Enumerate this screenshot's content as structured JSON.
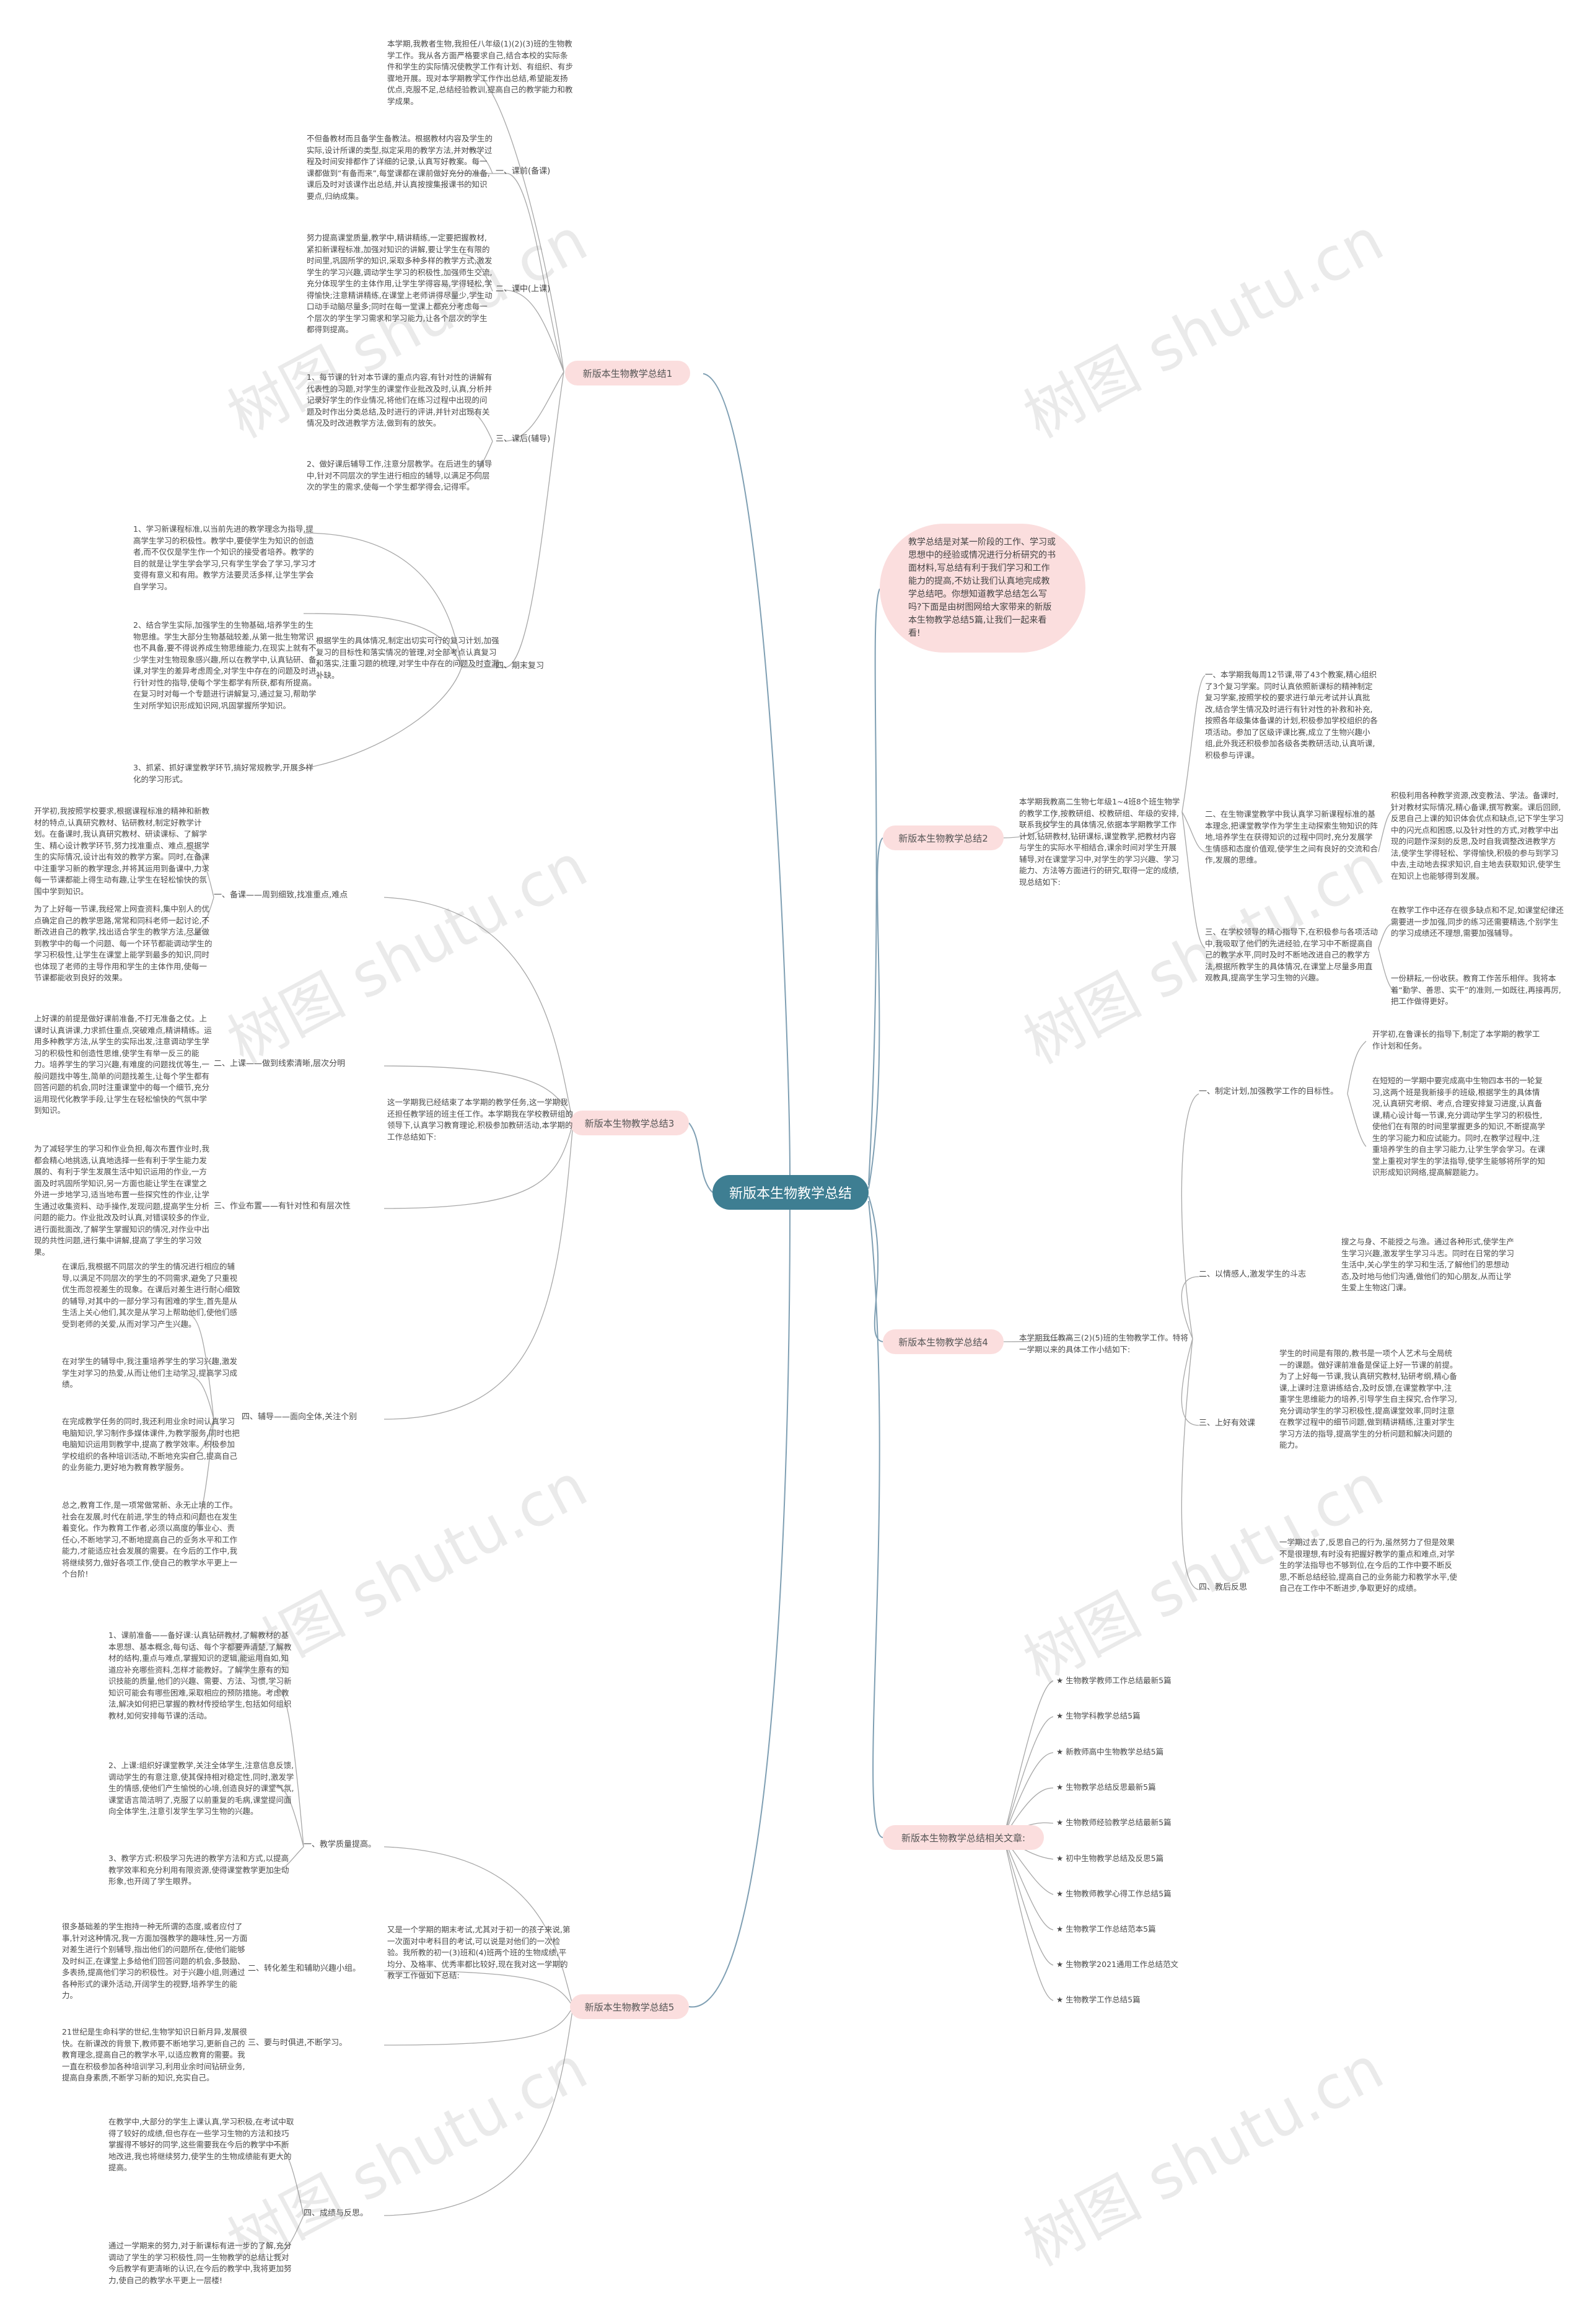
{
  "root": "新版本生物教学总结",
  "summary": "教学总结是对某一阶段的工作、学习或思想中的经验或情况进行分析研究的书面材料,写总结有利于我们学习和工作能力的提高,不妨让我们认真地完成教学总结吧。你想知道教学总结怎么写吗?下面是由树图网给大家带来的新版本生物教学总结5篇,让我们一起来看看!",
  "watermark": "树图 shutu.cn",
  "sections": {
    "s1": {
      "title": "新版本生物教学总结1",
      "intro": "本学期,我教者生物,我担任八年级(1)(2)(3)班的生物教学工作。我从各方面严格要求自己,结合本校的实际条件和学生的实际情况使教学工作有计划、有组织、有步骤地开展。现对本学期教学工作作出总结,希望能发扬优点,克服不足,总结经验教训,提高自己的教学能力和教学成果。",
      "b1": {
        "label": "一、课前(备课)",
        "text": "不但备教材而且备学生备教法。根据教材内容及学生的实际,设计所课的类型,拟定采用的教学方法,并对教学过程及时间安排都作了详细的记录,认真写好教案。每一课都做到“有备而来”,每堂课都在课前做好充分的准备,课后及时对该课作出总结,并认真按搜集报课书的知识要点,归纳成集。"
      },
      "b2": {
        "label": "二、课中(上课)",
        "text": "努力提高课堂质量,教学中,精讲精练,一定要把握教材,紧扣新课程标准,加强对知识的讲解,要让学生在有限的时间里,巩固所学的知识,采取多种多样的教学方式,激发学生的学习兴趣,调动学生学习的积极性,加强师生交流,充分体现学生的主体作用,让学生学得容易,学得轻松,学得愉快;注意精讲精练,在课堂上老师讲得尽量少,学生动口动手动脑尽量多;同时在每一堂课上都充分考虑每一个层次的学生学习需求和学习能力,让各个层次的学生都得到提高。"
      },
      "b3": {
        "label": "三、课后(辅导)",
        "text_a": "1、每节课的针对本节课的重点内容,有针对性的讲解有代表性的习题,对学生的课堂作业批改及时,认真,分析并记录好学生的作业情况,将他们在练习过程中出现的问题及时作出分类总结,及时进行的评讲,并针对出现有关情况及时改进教学方法,做到有的放矢。",
        "text_b": "2、做好课后辅导工作,注意分层教学。在后进生的辅导中,针对不同层次的学生进行相应的辅导,以满足不同层次的学生的需求,使每一个学生都学得会,记得牢。"
      },
      "b4": {
        "label": "四、期末复习",
        "text_a": "1、学习新课程标准,以当前先进的教学理念为指导,提高学生学习的积极性。教学中,要使学生为知识的创造者,而不仅仅是学生作一个知识的接受者培养。教学的目的就是让学生学会学习,只有学生学会了学习,学习才变得有意义和有用。教学方法要灵活多样,让学生学会自学学习。",
        "text_b": "根据学生的具体情况,制定出切实可行的复习计划,加强复习的目标性和落实情况的管理,对全部考点认真复习和落实,注重习题的梳理,对学生中存在的问题及时查漏补缺。",
        "text_c": "2、结合学生实际,加强学生的生物基础,培养学生的生物思维。学生大部分生物基础较差,从第一批生物常识也不具备,要不得说养成生物思维能力,在现实上就有不少学生对生物现象感兴趣,所以在教学中,认真钻研、备课,对学生的差异考虑周全,对学生中存在的问题及时进行针对性的指导,使每个学生都学有所获,都有所提高。在复习时对每一个专题进行讲解复习,通过复习,帮助学生对所学知识形成知识网,巩固掌握所学知识。",
        "text_d": "3、抓紧、抓好课堂教学环节,搞好常规教学,开展多样化的学习形式。"
      }
    },
    "s2": {
      "title": "新版本生物教学总结2",
      "intro": "本学期我教高二生物七年级1~4班8个班生物学的教学工作,按教研组、校教研组、年级的安排,联系我校学生的具体情况,依据本学期教学工作计划,钻研教材,钻研课标,课堂教学,把教材内容与学生的实际水平相结合,课余时间对学生开展辅导,对在课堂学习中,对学生的学习兴趣、学习能力、方法等方面进行的研究,取得一定的成绩,现总结如下:",
      "p1": "一、本学期我每周12节课,带了43个教案,精心组织了3个复习学案。同时认真依照新课标的精神制定复习学案,按照学校的要求进行单元考试并认真批改,结合学生情况及时进行有针对性的补救和补充,按照各年级集体备课的计划,积极参加学校组织的各项活动。参加了区级评课比赛,成立了生物兴趣小组,此外我还积极参加各级各类教研活动,认真听课,积极参与评课。",
      "p2": "二、在生物课堂教学中我认真学习新课程标准的基本理念,把课堂教学作为学生主动探索生物知识的阵地,培养学生在获得知识的过程中同时,充分发展学生情感和态度价值观,使学生之间有良好的交流和合作,发展的思维。",
      "p2b": "积极利用各种教学资源,改变教法、学法。备课时,针对教材实际情况,精心备课,撰写教案。课后回顾,反思自己上课的知识体会优点和缺点,记下学生学习中的闪光点和困惑,以及针对性的方式,对教学中出现的问题作深刻的反思,及时自我调整改进教学方法,使学生学得轻松、学得愉快,积极的参与到学习中去,主动地去探求知识,自主地去获取知识,使学生在知识上也能够得到发展。",
      "p3": "三、在学校领导的精心指导下,在积极参与各项活动中,我吸取了他们的先进经验,在学习中不断提高自己的教学水平,同时及时不断地改进自己的教学方法,根据所教学生的具体情况,在课堂上尽量多用直观教具,提高学生学习生物的兴趣。",
      "p3b": "在教学工作中还存在很多缺点和不足,如课堂纪律还需要进一步加强,同步的练习还需要精选,个别学生的学习成绩还不理想,需要加强辅导。",
      "p3c": "一份耕耘,一份收获。教育工作苦乐相伴。我将本着“勤学、善思、实干”的准则,一如既往,再接再厉,把工作做得更好。"
    },
    "s3": {
      "title": "新版本生物教学总结3",
      "intro": "这一学期我已经结束了本学期的教学任务,这一学期我还担任教学班的班主任工作。本学期我在学校教研组的领导下,认真学习教育理论,积极参加教研活动,本学期的工作总结如下:",
      "b1": {
        "label": "一、备课——周到细致,找准重点,难点",
        "text_a": "开学初,我按照学校要求,根据课程标准的精神和新教材的特点,认真研究教材、钻研教材,制定好教学计划。在备课时,我认真研究教材、研读课标、了解学生、精心设计教学环节,努力找准重点、难点,根据学生的实际情况,设计出有效的教学方案。同时,在备课中注重学习新的教学理念,并将其运用到备课中,力求每一节课都能上得生动有趣,让学生在轻松愉快的氛围中学到知识。",
        "text_b": "为了上好每一节课,我经常上网查资料,集中别人的优点确定自己的教学思路,常常和同科老师一起讨论,不断改进自己的教学,找出适合学生的教学方法,尽量做到教学中的每一个问题、每一个环节都能调动学生的学习积极性,让学生在课堂上能学到最多的知识,同时也体现了老师的主导作用和学生的主体作用,使每一节课都能收到良好的效果。"
      },
      "b2": {
        "label": "二、上课——做到线索清晰,层次分明",
        "text": "上好课的前提是做好课前准备,不打无准备之仗。上课时认真讲课,力求抓住重点,突破难点,精讲精练。运用多种教学方法,从学生的实际出发,注意调动学生学习的积极性和创造性思维,使学生有举一反三的能力。培养学生的学习兴趣,有难度的问题找优等生,一般问题找中等生,简单的问题找差生,让每个学生都有回答问题的机会,同时注重课堂中的每一个细节,充分运用现代化教学手段,让学生在轻松愉快的气氛中学到知识。"
      },
      "b3": {
        "label": "三、作业布置——有针对性和有层次性",
        "text": "为了减轻学生的学习和作业负担,每次布置作业时,我都会精心地挑选,认真地选择一些有利于学生能力发展的、有利于学生发展生活中知识运用的作业,一方面及时巩固所学知识,另一方面也能让学生在课堂之外进一步地学习,适当地布置一些探究性的作业,让学生通过收集资料、动手操作,发现问题,提高学生分析问题的能力。作业批改及时认真,对错误较多的作业,进行面批面改,了解学生掌握知识的情况,对作业中出现的共性问题,进行集中讲解,提高了学生的学习效果。"
      },
      "b4": {
        "label": "四、辅导——面向全体,关注个别",
        "text_a": "在课后,我根据不同层次的学生的情况进行相应的辅导,以满足不同层次的学生的不同需求,避免了只重视优生而忽视差生的现象。在课后对差生进行耐心细致的辅导,对其中的一部分学习有困难的学生,首先是从生活上关心他们,其次是从学习上帮助他们,使他们感受到老师的关爱,从而对学习产生兴趣。",
        "text_b": "在对学生的辅导中,我注重培养学生的学习兴趣,激发学生对学习的热爱,从而让他们主动学习,提高学习成绩。",
        "text_c": "在完成教学任务的同时,我还利用业余时间认真学习电脑知识,学习制作多媒体课件,为教学服务,同时也把电脑知识运用到教学中,提高了教学效率。积极参加学校组织的各种培训活动,不断地充实自己,提高自己的业务能力,更好地为教育教学服务。",
        "text_d": "总之,教育工作,是一项常做常新、永无止境的工作。社会在发展,时代在前进,学生的特点和问题也在发生着变化。作为教育工作者,必须以高度的事业心、责任心,不断地学习,不断地提高自己的业务水平和工作能力,才能适应社会发展的需要。在今后的工作中,我将继续努力,做好各项工作,使自己的教学水平更上一个台阶!"
      }
    },
    "s4": {
      "title": "新版本生物教学总结4",
      "intro": "本学期我任教高三(2)(5)班的生物教学工作。特将一学期以来的具体工作小结如下:",
      "b1": {
        "label": "一、制定计划,加强教学工作的目标性。",
        "text_a": "开学初,在鲁课长的指导下,制定了本学期的教学工作计划和任务。",
        "text_b": "在短短的一学期中要完成高中生物四本书的一轮复习,这两个班是我新接手的班级,根据学生的具体情况,认真研究考纲、考点,合理安排复习进度,认真备课,精心设计每一节课,充分调动学生学习的积极性,使他们在有限的时间里掌握更多的知识,不断提高学生的学习能力和应试能力。同时,在教学过程中,注重培养学生的自主学习能力,让学生学会学习。在课堂上重视对学生的学法指导,使学生能够将所学的知识形成知识网络,提高解题能力。"
      },
      "b2": {
        "label": "二、以情感人,激发学生的斗志",
        "text": "搜之与身、不能授之与渔。通过各种形式,使学生产生学习兴趣,激发学生学习斗志。同时在日常的学习生活中,关心学生的学习和生活,了解他们的思想动态,及时地与他们沟通,做他们的知心朋友,从而让学生爱上生物这门课。"
      },
      "b3": {
        "label": "三、上好有效课",
        "text": "学生的时间是有限的,教书是一项个人艺术与全局统一的课题。做好课前准备是保证上好一节课的前提。为了上好每一节课,我认真研究教材,钻研考纲,精心备课,上课时注意讲练结合,及时反馈,在课堂教学中,注重学生思维能力的培养,引导学生自主探究,合作学习,充分调动学生的学习积极性,提高课堂效率,同时注意在教学过程中的细节问题,做到精讲精练,注重对学生学习方法的指导,提高学生的分析问题和解决问题的能力。"
      },
      "b4": {
        "label": "四、教后反思",
        "text": "一学期过去了,反思自己的行为,虽然努力了但是效果不是很理想,有时没有把握好教学的重点和难点,对学生的学法指导也不够到位,在今后的工作中要不断反思,不断总结经验,提高自己的业务能力和教学水平,使自己在工作中不断进步,争取更好的成绩。"
      }
    },
    "s5": {
      "title": "新版本生物教学总结5",
      "intro": "又是一个学期的期末考试,尤其对于初一的孩子来说,第一次面对中考科目的考试,可以说是对他们的一次检验。我所教的初一(3)班和(4)班两个班的生物成绩,平均分、及格率、优秀率都比较好,现在我对这一学期的教学工作做如下总结:",
      "b1": {
        "label": "一、教学质量提高。",
        "text_a": "1、课前准备——备好课:认真钻研教材,了解教材的基本思想、基本概念,每句话、每个字都要弄清楚,了解教材的结构,重点与难点,掌握知识的逻辑,能运用自如,知道应补充哪些资料,怎样才能教好。了解学生原有的知识技能的质量,他们的兴趣、需要、方法、习惯,学习新知识可能会有哪些困难,采取相应的预防措施。考虑教法,解决如何把已掌握的教材传授给学生,包括如何组织教材,如何安排每节课的活动。",
        "text_b": "2、上课:组织好课堂教学,关注全体学生,注意信息反馈,调动学生的有意注意,使其保持相对稳定性,同时,激发学生的情感,使他们产生愉悦的心境,创造良好的课堂气氛,课堂语言简洁明了,克服了以前重复的毛病,课堂提问面向全体学生,注意引发学生学习生物的兴趣。",
        "text_c": "3、教学方式:积极学习先进的教学方法和方式,以提高教学效率和充分利用有限资源,使得课堂教学更加生动形象,也开阔了学生眼界。"
      },
      "b2": {
        "label": "二、转化差生和辅助兴趣小组。",
        "text": "很多基础差的学生抱持一种无所谓的态度,或者应付了事,针对这种情况,我一方面加强教学的趣味性,另一方面对差生进行个别辅导,指出他们的问题所在,使他们能够及时纠正,在课堂上多给他们回答问题的机会,多鼓励、多表扬,提高他们学习的积极性。对于兴趣小组,则通过各种形式的课外活动,开阔学生的视野,培养学生的能力。"
      },
      "b3": {
        "label": "三、要与时俱进,不断学习。",
        "text": "21世纪是生命科学的世纪,生物学知识日新月异,发展很快。在新课改的背景下,教师要不断地学习,更新自己的教育理念,提高自己的教学水平,以适应教育的需要。我一直在积极参加各种培训学习,利用业余时间钻研业务,提高自身素质,不断学习新的知识,充实自己。"
      },
      "b4": {
        "label": "四、成绩与反思。",
        "text_a": "在教学中,大部分的学生上课认真,学习积极,在考试中取得了较好的成绩,但也存在一些学习生物的方法和技巧掌握得不够好的同学,这些需要我在今后的教学中不断地改进,我也将继续努力,使学生的生物成绩能有更大的提高。",
        "text_b": "通过一学期来的努力,对于新课标有进一步的了解,充分调动了学生的学习积极性,同一生物教学的总结让我对今后教学有更清晰的认识,在今后的教学中,我将更加努力,使自己的教学水平更上一层楼!"
      }
    },
    "rel": {
      "title": "新版本生物教学总结相关文章:",
      "items": [
        "★ 生物教学教师工作总结最新5篇",
        "★ 生物学科教学总结5篇",
        "★ 新教师高中生物教学总结5篇",
        "★ 生物教学总结反思最新5篇",
        "★ 生物教师经验教学总结最新5篇",
        "★ 初中生物教学总结及反思5篇",
        "★ 生物教师教学心得工作总结5篇",
        "★ 生物教学工作总结范本5篇",
        "★ 生物教学2021通用工作总结范文",
        "★ 生物教学工作总结5篇"
      ]
    }
  }
}
